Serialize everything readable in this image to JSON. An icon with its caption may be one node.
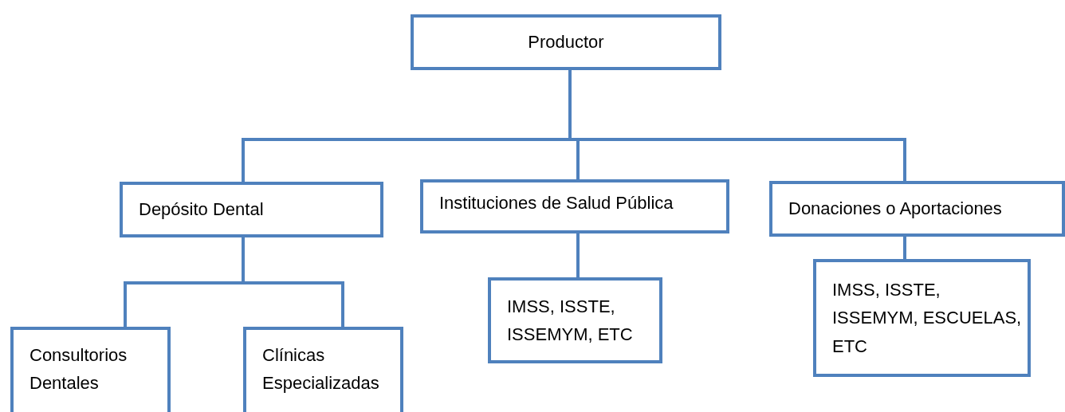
{
  "diagram": {
    "nodes": [
      {
        "text": [
          "Productor"
        ]
      },
      {
        "text": [
          "Depósito Dental"
        ]
      },
      {
        "text": [
          "Instituciones de Salud Pública"
        ]
      },
      {
        "text": [
          "Donaciones o Aportaciones"
        ]
      },
      {
        "text": [
          "Consultorios Dentales"
        ]
      },
      {
        "text": [
          "Clínicas Especializadas"
        ]
      },
      {
        "text": [
          "IMSS, ISSTE, ISSEMYM, ETC"
        ]
      },
      {
        "text": [
          "IMSS, ISSTE, ISSEMYM, ESCUELAS, ETC"
        ]
      }
    ],
    "edges": [
      {
        "from": 0,
        "to": 1,
        "arrow": "none"
      },
      {
        "from": 0,
        "to": 2,
        "arrow": "none"
      },
      {
        "from": 0,
        "to": 3,
        "arrow": "none"
      },
      {
        "from": 1,
        "to": 4,
        "arrow": "none"
      },
      {
        "from": 1,
        "to": 5,
        "arrow": "none"
      },
      {
        "from": 2,
        "to": 6,
        "arrow": "none"
      },
      {
        "from": 3,
        "to": 7,
        "arrow": "none"
      }
    ]
  }
}
